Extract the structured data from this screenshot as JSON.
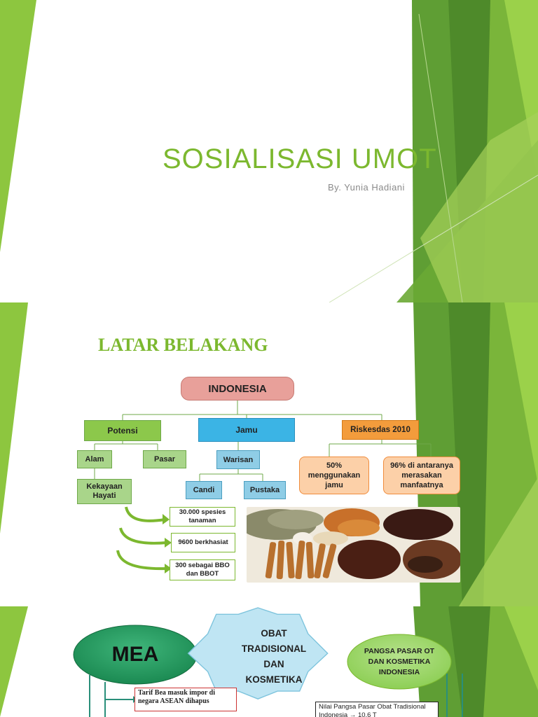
{
  "slide1": {
    "title": "SOSIALISASI UMOT",
    "subtitle": "By. Yunia Hadiani"
  },
  "slide2": {
    "heading": "LATAR BELAKANG",
    "root": "INDONESIA",
    "potensi": {
      "label": "Potensi",
      "alam": "Alam",
      "pasar": "Pasar",
      "kekayaan": "Kekayaan Hayati",
      "facts": [
        "30.000 spesies tanaman",
        "9600 berkhasiat",
        "300 sebagai BBO dan BBOT"
      ]
    },
    "jamu": {
      "label": "Jamu",
      "warisan": "Warisan",
      "candi": "Candi",
      "pustaka": "Pustaka"
    },
    "riskesdas": {
      "label": "Riskesdas 2010",
      "stat1": "50% menggunakan jamu",
      "stat2": "96% di antaranya merasakan manfaatnya"
    },
    "colors": {
      "green": "#7cb82f",
      "orange": "#f39c3c",
      "blue": "#3bb4e5",
      "pink": "#e8a09a"
    }
  },
  "slide3": {
    "mea": "MEA",
    "obat": "OBAT TRADISIONAL DAN KOSMETIKA",
    "pangsa": "PANGSA PASAR OT DAN KOSMETIKA INDONESIA",
    "tarif": "Tarif Bea masuk impor di negara ASEAN dihapus",
    "nilai": "Nilai Pangsa Pasar Obat Tradisional Indonesia → 10,6 T"
  }
}
